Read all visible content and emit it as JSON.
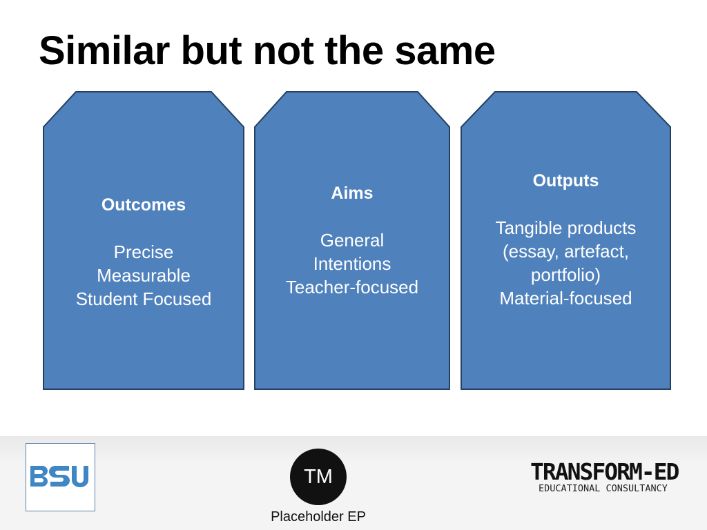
{
  "slide": {
    "title": "Similar but not the same"
  },
  "cards": [
    {
      "heading": "Outcomes",
      "lines": [
        "Precise",
        "Measurable",
        "Student Focused"
      ]
    },
    {
      "heading": "Aims",
      "lines": [
        "General",
        "Intentions",
        "Teacher-focused"
      ]
    },
    {
      "heading": "Outputs",
      "lines": [
        "Tangible products",
        "(essay, artefact,",
        "portfolio)",
        "Material-focused"
      ]
    }
  ],
  "footer": {
    "bsu_logo_text": "BSU",
    "tm_label": "TM",
    "placeholder_caption": "Placeholder EP",
    "transform_title": "TRANSFORM-ED",
    "transform_subtitle": "EDUCATIONAL CONSULTANCY"
  },
  "colors": {
    "card_fill": "#4f81bd",
    "card_stroke": "#243f60",
    "bsu_blue": "#3e86c4"
  }
}
